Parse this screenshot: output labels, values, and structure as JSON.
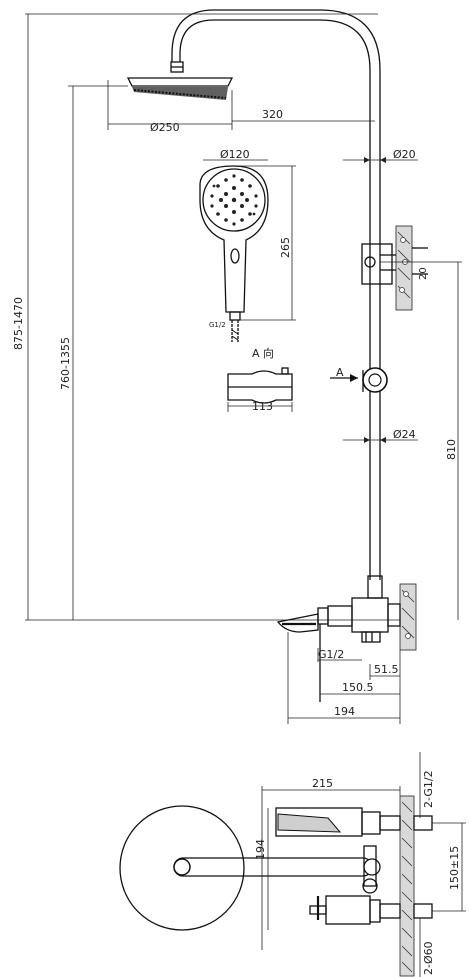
{
  "front_view": {
    "dims": {
      "total_height": "875-1470",
      "mixer_height": "760-1355",
      "arm_reach": "320",
      "head_diameter": "Ø250",
      "handset_diameter": "Ø120",
      "handset_length": "265",
      "hose_thread": "G1/2",
      "pipe_top_diameter": "Ø20",
      "bracket_height": "20",
      "pipe_bottom_diameter": "Ø24",
      "slide_bar_height": "810",
      "view_arrow": "A",
      "holder_width": "113",
      "mixer_thread": "G1/2",
      "mixer_offset": "51.5",
      "mixer_depth": "150.5",
      "overall_depth": "194"
    },
    "view_a_label": "A  向"
  },
  "top_view": {
    "dims": {
      "width": "215",
      "depth": "194",
      "inlet_thread": "2-G1/2",
      "inlet_spacing": "150±15",
      "flange_diameter": "2-Ø60"
    }
  }
}
